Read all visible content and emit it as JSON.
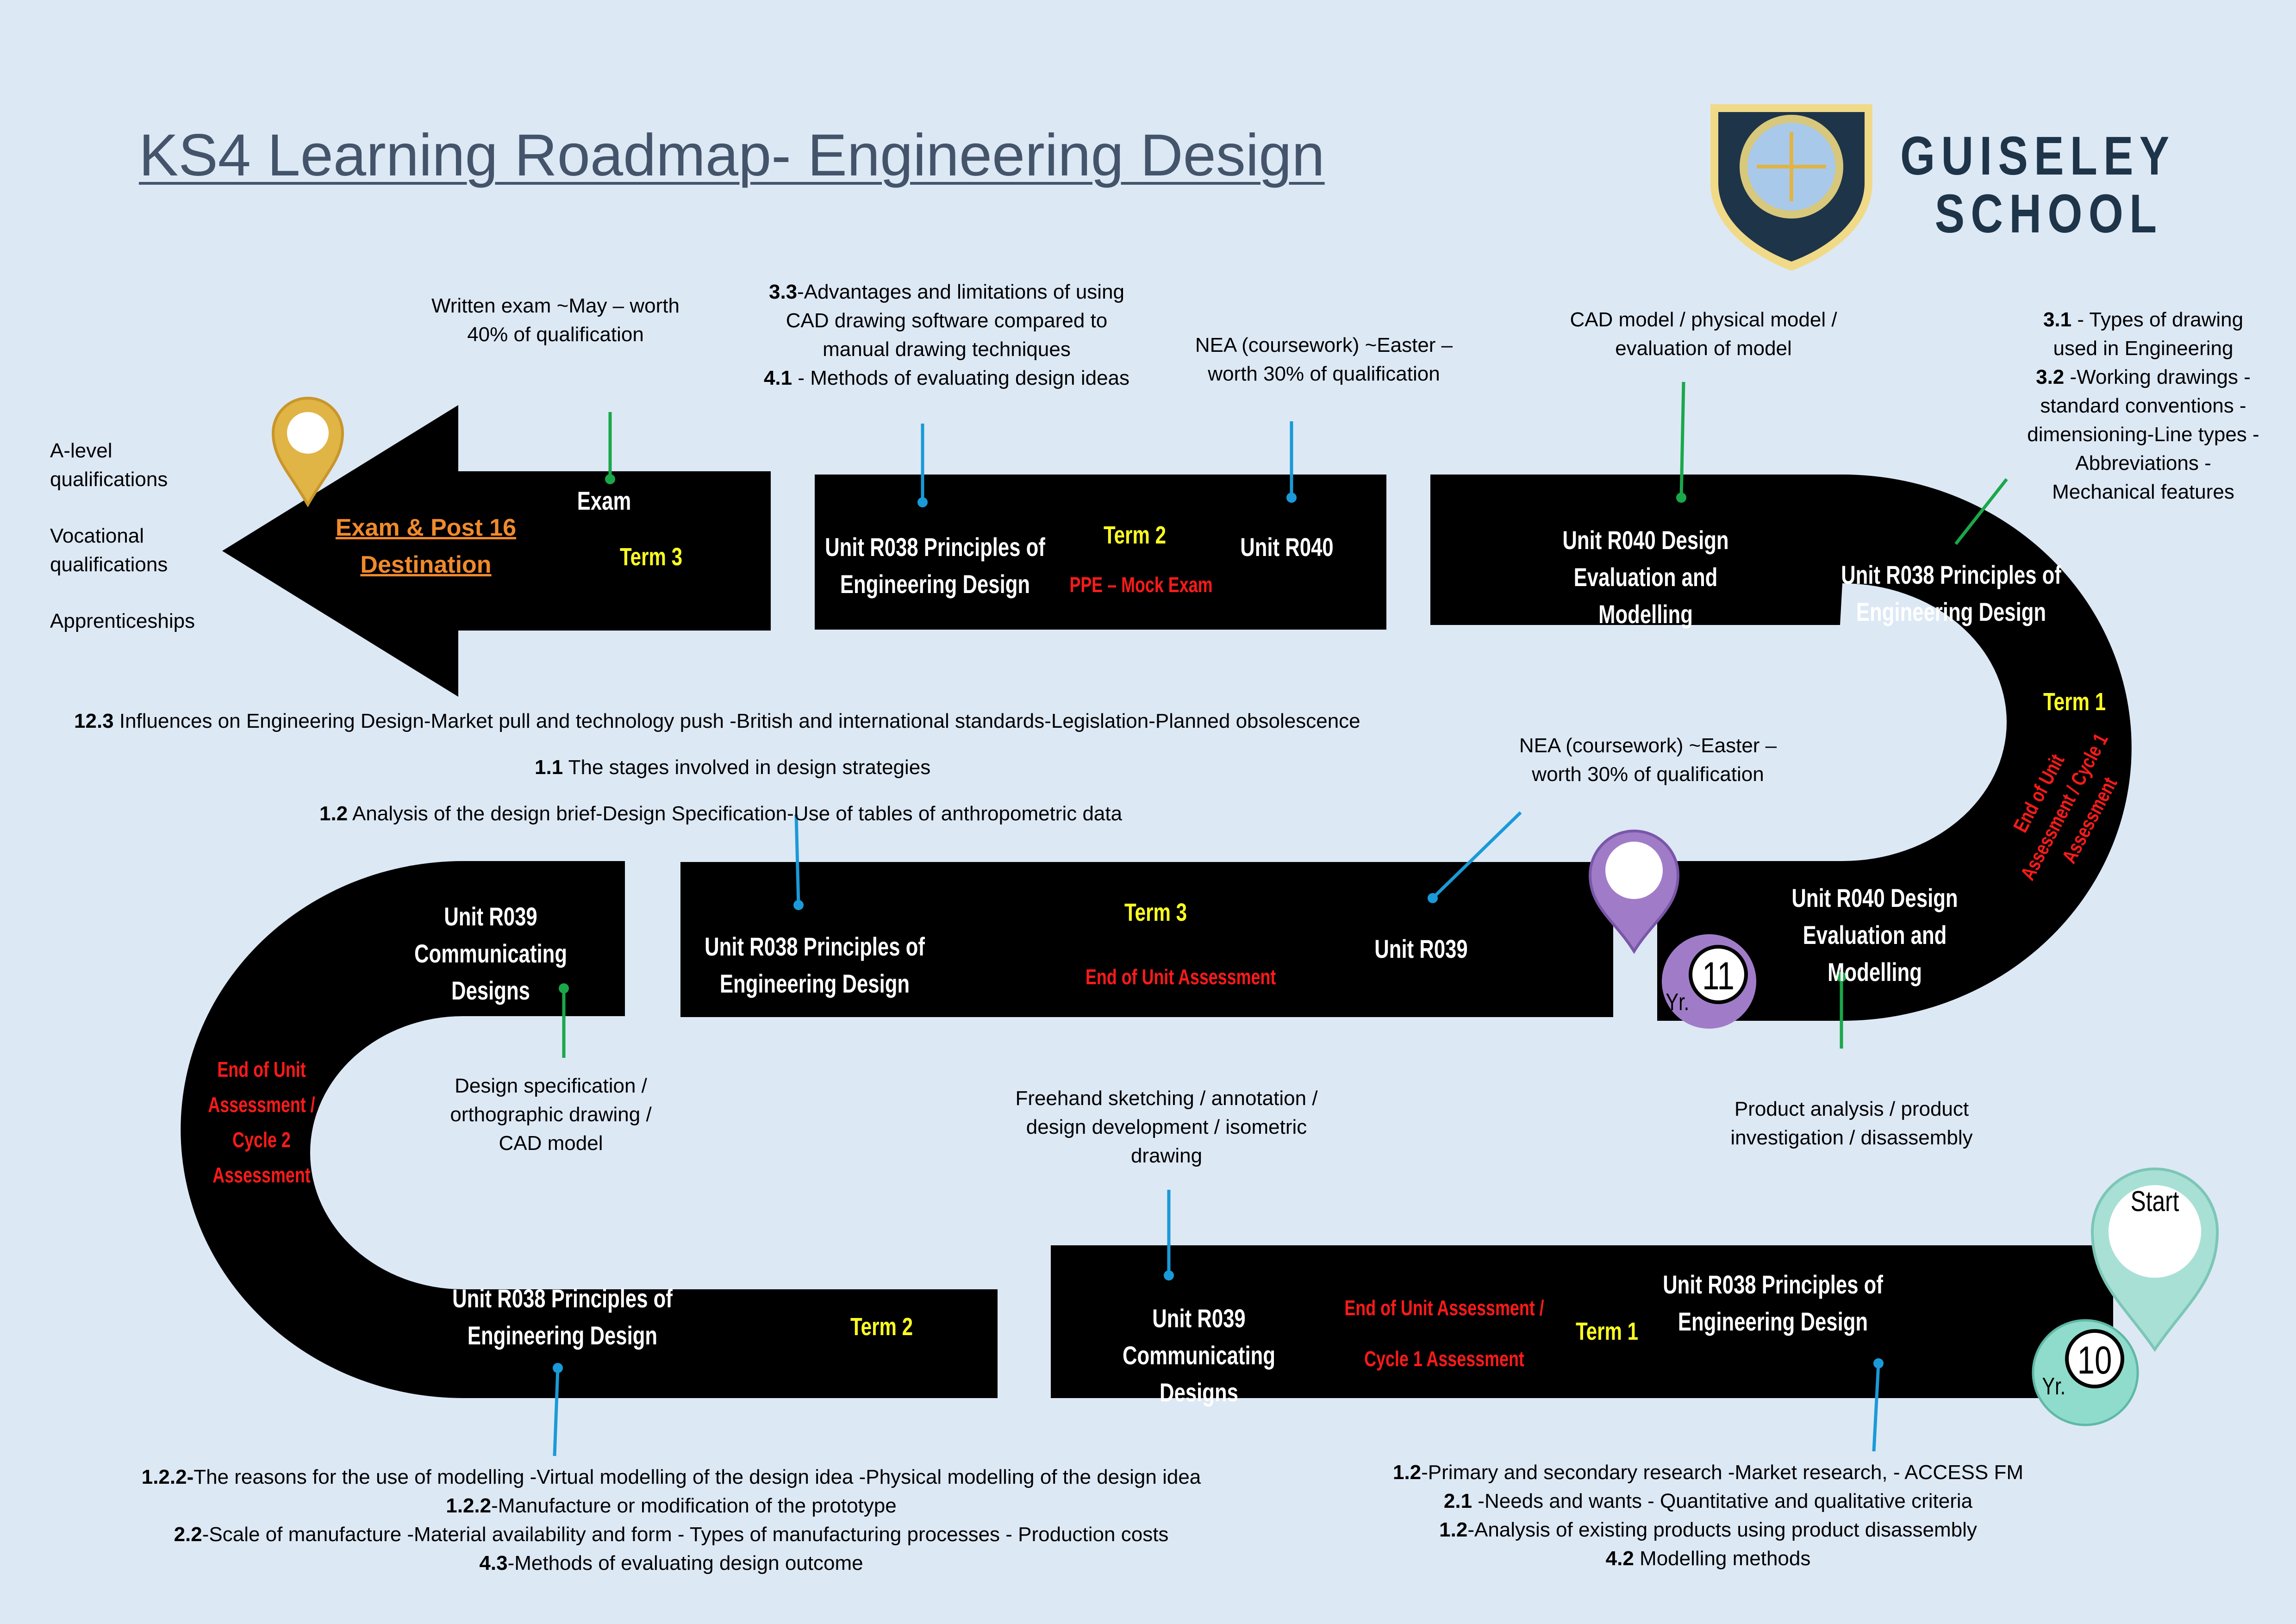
{
  "title": "KS4 Learning Roadmap- Engineering Design",
  "school": {
    "line1": "GUISELEY",
    "line2": "SCHOOL"
  },
  "colors": {
    "background": "#dde8f5",
    "road": "#000000",
    "term": "#ffff22",
    "assessment": "#ff1a1a",
    "destination": "#f08a2c",
    "title": "#44546a"
  },
  "destinations": [
    "A-level",
    "qualifications",
    "Vocational",
    "qualifications",
    "Apprenticeships"
  ],
  "arrow": {
    "destination_line1": "Exam & Post 16",
    "destination_line2": "Destination",
    "exam": "Exam",
    "term": "Term 3"
  },
  "year11": {
    "label": "Yr.",
    "number": "11",
    "row1": {
      "unit_r038": [
        "Unit R038 Principles of",
        "Engineering Design"
      ],
      "term": "Term 2",
      "ppe": "PPE – Mock Exam",
      "unit_r040": "Unit R040"
    },
    "row1_right": {
      "unit": [
        "Unit R040 Design",
        "Evaluation and Modelling"
      ]
    },
    "curve": {
      "unit": [
        "Unit R038 Principles of",
        "Engineering Design"
      ],
      "term": "Term 1",
      "assessment": [
        "End of Unit",
        "Assessment / Cycle 1",
        "Assessment"
      ]
    },
    "row2": {
      "unit_r040": [
        "Unit R040 Design",
        "Evaluation and Modelling"
      ],
      "unit_r039": "Unit R039",
      "term": "Term 3",
      "assessment": "End of Unit Assessment",
      "unit_r038": [
        "Unit R038 Principles of",
        "Engineering Design"
      ]
    }
  },
  "year10": {
    "label": "Yr.",
    "number": "10",
    "start": "Start",
    "curve": {
      "unit": [
        "Unit R039 Communicating",
        "Designs"
      ],
      "assessment": [
        "End of Unit",
        "Assessment /",
        "Cycle 2",
        "Assessment"
      ]
    },
    "row3": {
      "unit_r038_left": [
        "Unit R038 Principles of",
        "Engineering Design"
      ],
      "term2": "Term 2",
      "unit_r039": [
        "Unit R039 Communicating",
        "Designs"
      ],
      "assessment": [
        "End of Unit Assessment /",
        "Cycle 1 Assessment"
      ],
      "term1": "Term 1",
      "unit_r038_right": [
        "Unit R038 Principles of",
        "Engineering Design"
      ]
    }
  },
  "notes": {
    "written_exam": [
      "Written exam ~May – worth",
      "40% of qualification"
    ],
    "cad_33": {
      "num": "3.3",
      "lines": [
        "-Advantages and limitations of using",
        "CAD drawing software compared to",
        "manual drawing techniques"
      ],
      "num2": "4.1",
      "line4": " - Methods of evaluating design ideas"
    },
    "nea_top": [
      "NEA (coursework) ~Easter –",
      "worth 30% of qualification"
    ],
    "cad_model": [
      "CAD model / physical model /",
      "evaluation of model"
    ],
    "drawing_31": {
      "num": "3.1",
      "line1": " - Types of drawing",
      "line2": "used in Engineering",
      "num2": "3.2",
      "line3": " -Working drawings -",
      "line4": "standard conventions -",
      "line5": "dimensioning-Line types -",
      "line6": "Abbreviations -",
      "line7": "Mechanical features"
    },
    "influences": {
      "num": "12.3",
      "text": " Influences on Engineering Design-Market pull and technology push -British and international standards-Legislation-Planned obsolescence"
    },
    "stages": {
      "num": "1.1",
      "text": " The stages involved in design strategies"
    },
    "analysis": {
      "num": "1.2",
      "text": " Analysis of the design brief-Design Specification-Use of tables of anthropometric data"
    },
    "nea_mid": [
      "NEA (coursework) ~Easter –",
      "worth 30% of qualification"
    ],
    "design_spec": [
      "Design specification /",
      "orthographic drawing /",
      "CAD model"
    ],
    "freehand": [
      "Freehand sketching / annotation /",
      "design development / isometric",
      "drawing"
    ],
    "product_analysis": [
      "Product analysis / product",
      "investigation / disassembly"
    ],
    "bottom_left": [
      {
        "num": "1.2.2-",
        "text": "The reasons for the use of modelling -Virtual modelling of the design idea -Physical modelling of the design idea"
      },
      {
        "num": "1.2.2",
        "text": "-Manufacture or modification of the prototype"
      },
      {
        "num": "2.2",
        "text": "-Scale of manufacture -Material availability and form - Types of manufacturing processes - Production costs"
      },
      {
        "num": "4.3",
        "text": "-Methods of evaluating design outcome"
      }
    ],
    "bottom_right": [
      {
        "num": "1.2",
        "text": "-Primary and secondary research -Market research, - ACCESS FM"
      },
      {
        "num": "2.1",
        "text": " -Needs and wants - Quantitative and qualitative criteria"
      },
      {
        "num": "1.2",
        "text": "-Analysis of existing products using product disassembly"
      },
      {
        "num": "4.2",
        "text": " Modelling methods"
      }
    ]
  }
}
